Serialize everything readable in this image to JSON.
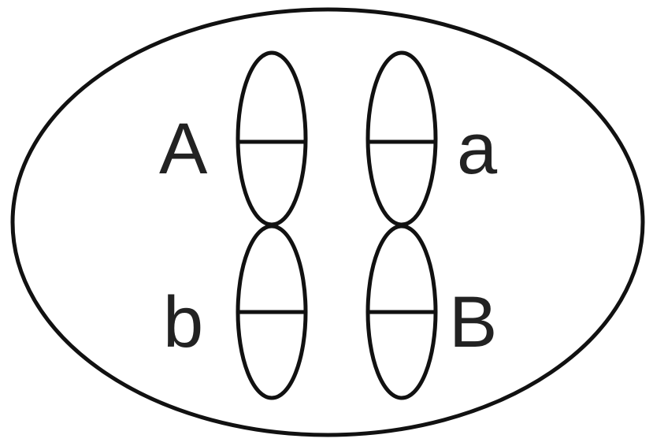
{
  "diagram": {
    "labels": {
      "upper_left": "A",
      "upper_right": "a",
      "lower_left": "b",
      "lower_right": "B"
    },
    "colors": {
      "line": "#111111",
      "text": "#222222",
      "background": "#ffffff"
    }
  }
}
